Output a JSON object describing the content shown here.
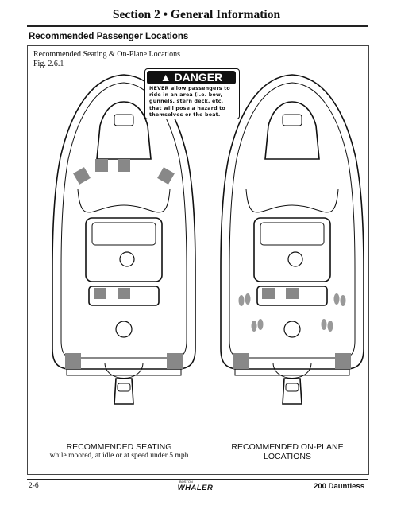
{
  "header": {
    "section_title": "Section 2 • General Information"
  },
  "subheading": "Recommended Passenger Locations",
  "figure": {
    "title": "Recommended Seating & On-Plane Locations",
    "number": "Fig. 2.6.1"
  },
  "danger_label": {
    "heading": "DANGER",
    "body": "NEVER allow passengers to ride in an area (i.e. bow, gunnels, stern deck, etc. that will pose a hazard to themselves or the boat."
  },
  "captions": {
    "left_main": "RECOMMENDED SEATING",
    "left_sub": "while moored, at idle or at speed under 5 mph",
    "right_main": "RECOMMENDED ON-PLANE LOCATIONS"
  },
  "footer": {
    "page": "2-6",
    "model": "200 Dauntless",
    "logo": "WHALER",
    "logo_small": "BOSTON"
  },
  "colors": {
    "seat_marker": "#888888",
    "ink": "#111111"
  }
}
